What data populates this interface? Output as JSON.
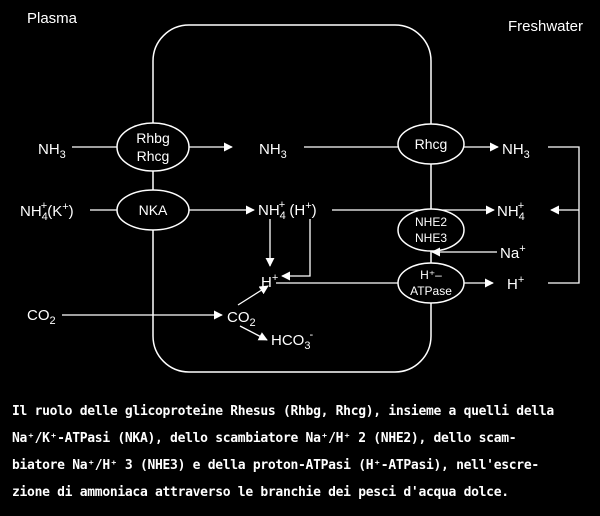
{
  "labels": {
    "plasma": "Plasma",
    "freshwater": "Freshwater"
  },
  "transporters": {
    "rh_top": {
      "line1": "Rhbg",
      "line2": "Rhcg"
    },
    "nka": "NKA",
    "rhcg": "Rhcg",
    "nhe": {
      "line1": "NHE2",
      "line2": "NHE3"
    },
    "atpase": {
      "line1": "H⁺–",
      "line2": "ATPase"
    }
  },
  "species": {
    "nh3_plasma": {
      "main": "NH",
      "sub": "3"
    },
    "nh4k_plasma": {
      "main1": "NH",
      "sub": "4",
      "sup": "+",
      "main2": "(K",
      "sup2": "+",
      "main3": ")"
    },
    "co2_plasma": {
      "main": "CO",
      "sub": "2"
    },
    "nh3_cell": {
      "main": "NH",
      "sub": "3"
    },
    "nh4h_cell": {
      "main1": "NH",
      "sub": "4",
      "sup": "+",
      "main2": " (H",
      "sup2": "+",
      "main3": ")"
    },
    "h_cell": {
      "main": "H",
      "sup": "+"
    },
    "co2_cell": {
      "main": "CO",
      "sub": "2"
    },
    "hco3_cell": {
      "main": "HCO",
      "sub": "3",
      "sup": "-"
    },
    "nh3_water": {
      "main": "NH",
      "sub": "3"
    },
    "nh4_water": {
      "main": "NH",
      "sub": "4",
      "sup": "+"
    },
    "na_water": {
      "main": "Na",
      "sup": "+"
    },
    "h_water": {
      "main": "H",
      "sup": "+"
    }
  },
  "caption": {
    "line1": "Il ruolo delle glicoproteine Rhesus (Rhbg, Rhcg), insieme a quelli della",
    "line2": "Na⁺/K⁺-ATPasi (NKA), dello scambiatore Na⁺/H⁺ 2 (NHE2), dello scam-",
    "line3": "biatore Na⁺/H⁺ 3 (NHE3) e della proton-ATPasi (H⁺-ATPasi),  nell'escre-",
    "line4": "zione di ammoniaca attraverso le branchie dei pesci d'acqua dolce."
  }
}
